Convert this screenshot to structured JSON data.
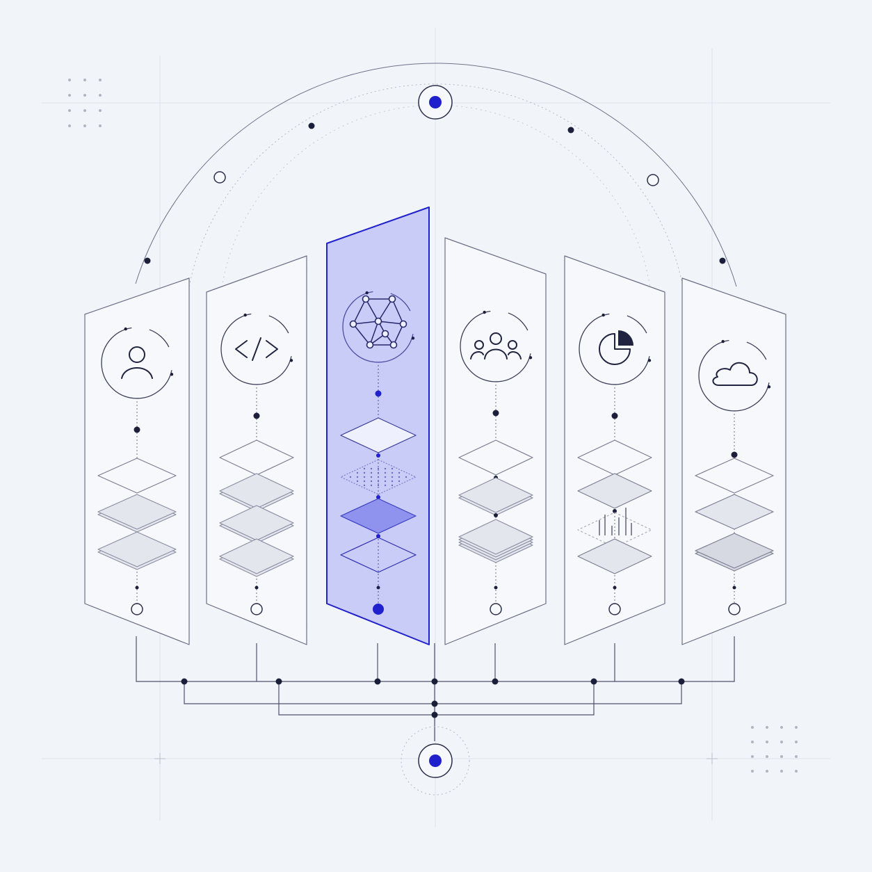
{
  "colors": {
    "background": "#f1f4f9",
    "line": "#2a2e4a",
    "grid": "#dde2ec",
    "accent": "#2020cc",
    "accent_panel": "#c9ccf7",
    "panel_fill": "#f7f8fb",
    "layer_fill": "#e4e6ee"
  },
  "hub": {
    "top_icon": "target-node-icon",
    "bottom_icon": "target-node-icon"
  },
  "panels": [
    {
      "id": "user",
      "icon": "user-icon",
      "highlighted": false
    },
    {
      "id": "code",
      "icon": "code-icon",
      "highlighted": false
    },
    {
      "id": "network",
      "icon": "network-graph-icon",
      "highlighted": true
    },
    {
      "id": "team",
      "icon": "team-icon",
      "highlighted": false
    },
    {
      "id": "analytics",
      "icon": "pie-chart-icon",
      "highlighted": false
    },
    {
      "id": "cloud",
      "icon": "cloud-icon",
      "highlighted": false
    }
  ]
}
